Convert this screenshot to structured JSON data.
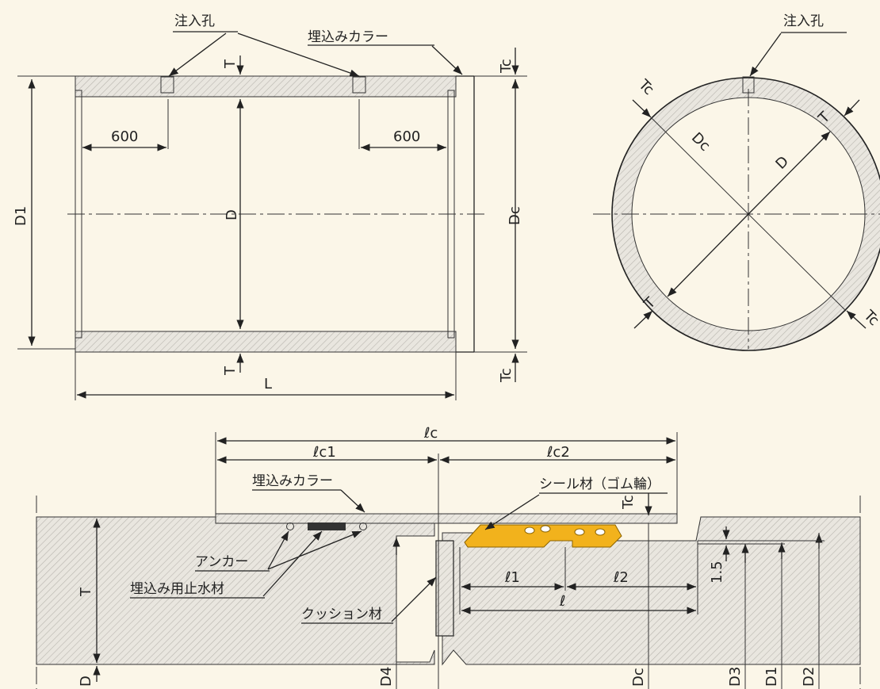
{
  "labels": {
    "injection_hole": "注入孔",
    "embedded_collar": "埋込みカラー",
    "seal_material": "シール材（ゴム輪）",
    "anchor": "アンカー",
    "embedded_waterstop": "埋込み用止水材",
    "cushion_material": "クッション材"
  },
  "dims": {
    "d600": "600",
    "T": "T",
    "Tc": "Tc",
    "D": "D",
    "D1": "D1",
    "Dc": "Dc",
    "L": "L",
    "lc": "ℓc",
    "lc1": "ℓc1",
    "lc2": "ℓc2",
    "l": "ℓ",
    "l1": "ℓ1",
    "l2": "ℓ2",
    "d15": "1.5",
    "D2": "D2",
    "D3": "D3",
    "D4": "D4"
  },
  "colors": {
    "paper": "#fbf6e8",
    "hatch": "#c8c8c8",
    "line": "#222222",
    "seal": "#f2b21c",
    "waterstop": "#333333"
  }
}
